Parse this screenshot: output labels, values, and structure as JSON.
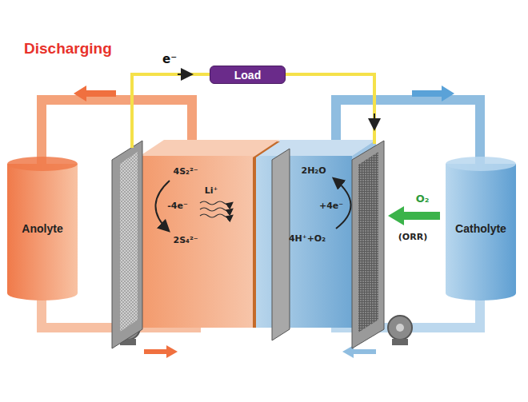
{
  "diagram": {
    "title": "Discharging",
    "nodes": [
      {
        "text": [
          "Load"
        ]
      },
      {
        "text": [
          "Anolyte"
        ]
      },
      {
        "text": [
          "Catholyte"
        ]
      }
    ],
    "labels": [
      "e⁻",
      "4S₂²⁻",
      "-4e⁻",
      "2S₄²⁻",
      "Li⁺",
      "2H₂O",
      "+4e⁻",
      "4H⁺+O₂",
      "O₂",
      "(ORR)"
    ]
  }
}
